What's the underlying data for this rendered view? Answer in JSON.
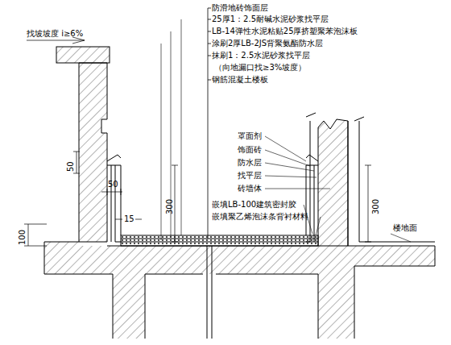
{
  "diagram": {
    "labels": [
      "找坡坡度 i≥6%",
      "防滑地砖饰面层",
      "25厚1：2.5耐碱水泥砂浆找平层",
      "LB-14弹性水泥粘贴25厚挤塑聚苯泡沫板",
      "涂刷2厚LB-2JS背聚氨酯防水层",
      "抹刷1：2.5水泥砂浆找平层",
      "（向地漏口找≥3%坡度）",
      "钢筋混凝土楼板",
      "罩面剂",
      "饰面砖",
      "防水层",
      "找平层",
      "砖墙体",
      "嵌填LB-100建筑密封胶",
      "嵌填聚乙烯泡沫条背衬材料",
      "50",
      "50",
      "15",
      "300",
      "300",
      "100",
      "楼地面"
    ]
  }
}
